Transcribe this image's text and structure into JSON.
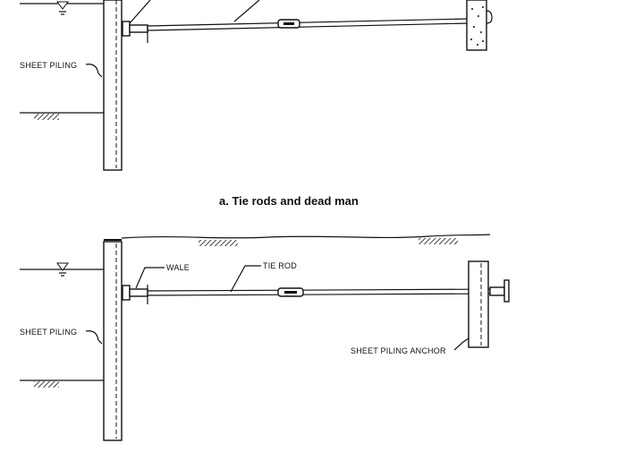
{
  "top_figure": {
    "labels": {
      "sheet_piling": "SHEET PILING"
    },
    "caption": "a. Tie rods and dead man"
  },
  "bottom_figure": {
    "labels": {
      "wale": "WALE",
      "tie_rod": "TIE ROD",
      "sheet_piling": "SHEET PILING",
      "anchor": "SHEET PILING ANCHOR"
    }
  },
  "icons": {
    "water_level": "inverted-triangle-water-level-icon",
    "ground_hatch": "ground-hatch-icon"
  }
}
